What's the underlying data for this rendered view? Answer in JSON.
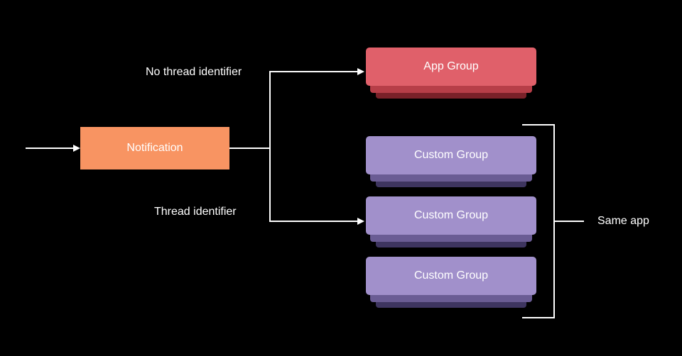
{
  "diagram": {
    "input_node": {
      "label": "Notification",
      "color": "#f89462"
    },
    "branches": {
      "top_label": "No thread identifier",
      "bottom_label": "Thread identifier"
    },
    "app_group": {
      "label": "App Group",
      "colors": {
        "front": "#e0606a",
        "middle": "#b73e48",
        "back": "#7a2129"
      }
    },
    "custom_groups": [
      {
        "label": "Custom Group"
      },
      {
        "label": "Custom Group"
      },
      {
        "label": "Custom Group"
      }
    ],
    "custom_group_colors": {
      "front": "#a190cb",
      "middle": "#6a5c94",
      "back": "#3e3560"
    },
    "bracket_label": "Same app",
    "line_color": "#ffffff"
  }
}
